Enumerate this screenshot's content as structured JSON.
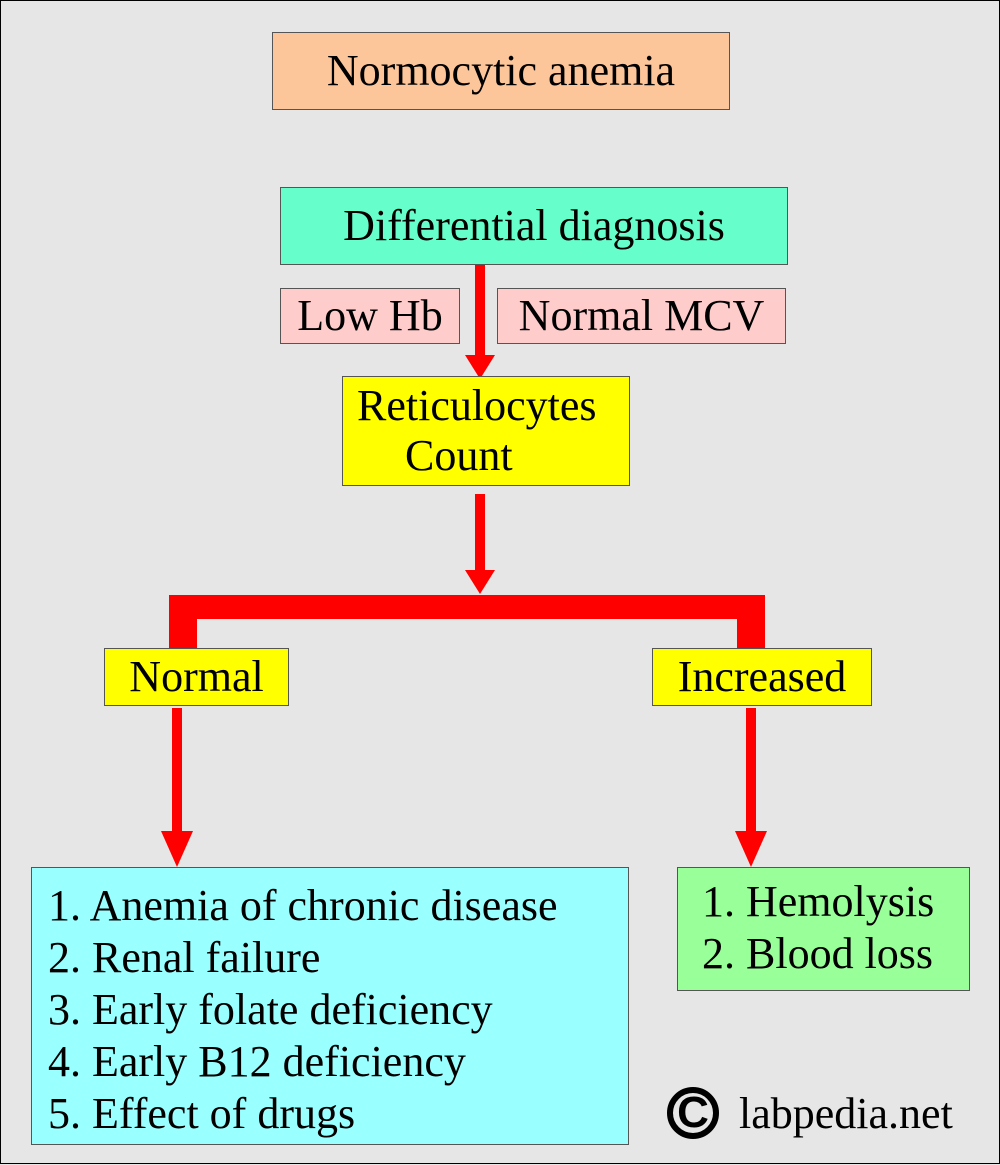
{
  "title": "Normocytic anemia",
  "differential": "Differential diagnosis",
  "criteria": {
    "low_hb": "Low Hb",
    "normal_mcv": "Normal MCV"
  },
  "reticulocytes": {
    "line1": "Reticulocytes",
    "line2": "Count"
  },
  "branches": {
    "normal": "Normal",
    "increased": "Increased"
  },
  "normal_causes": [
    "1. Anemia of chronic disease",
    "2. Renal failure",
    "3. Early folate deficiency",
    "4. Early B12 deficiency",
    "5. Effect of drugs"
  ],
  "increased_causes": [
    "1. Hemolysis",
    "2. Blood loss"
  ],
  "copyright": {
    "symbol": "C",
    "text": "labpedia.net"
  },
  "colors": {
    "background": "#e6e6e6",
    "title_fill": "#fdc69a",
    "differential_fill": "#66ffcc",
    "criteria_fill": "#ffcccc",
    "node_fill": "#ffff00",
    "normal_list_fill": "#99ffff",
    "increased_list_fill": "#99ff99",
    "arrow": "#ff0000"
  }
}
